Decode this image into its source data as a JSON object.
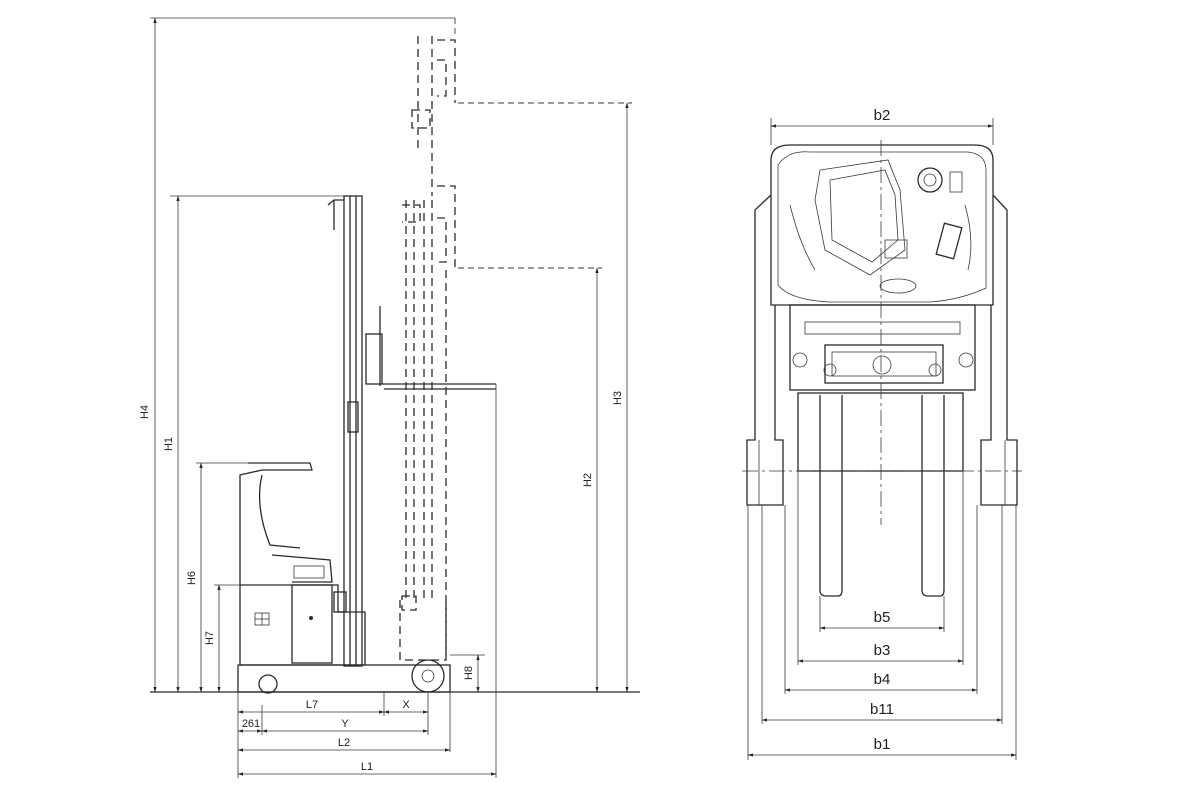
{
  "side_view": {
    "labels": {
      "h4": "H4",
      "h1": "H1",
      "h6": "H6",
      "h7": "H7",
      "h8": "H8",
      "h2": "H2",
      "h3": "H3",
      "l7": "L7",
      "x": "X",
      "dim261": "261",
      "y": "Y",
      "l2": "L2",
      "l1": "L1"
    }
  },
  "front_view": {
    "labels": {
      "b2": "b2",
      "b5": "b5",
      "b3": "b3",
      "b4": "b4",
      "b11": "b11",
      "b1": "b1"
    }
  }
}
